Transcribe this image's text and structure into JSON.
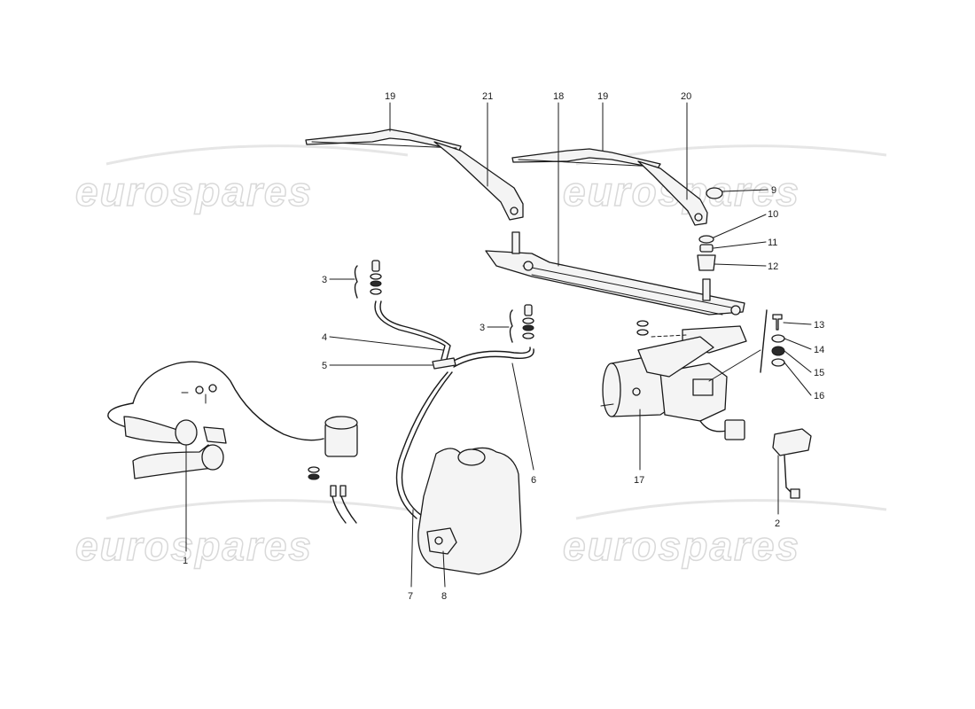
{
  "watermark": {
    "text": "eurospares"
  },
  "callouts": [
    {
      "id": "c19a",
      "label": "19"
    },
    {
      "id": "c21",
      "label": "21"
    },
    {
      "id": "c18",
      "label": "18"
    },
    {
      "id": "c19b",
      "label": "19"
    },
    {
      "id": "c20",
      "label": "20"
    },
    {
      "id": "c9",
      "label": "9"
    },
    {
      "id": "c10",
      "label": "10"
    },
    {
      "id": "c11",
      "label": "11"
    },
    {
      "id": "c12",
      "label": "12"
    },
    {
      "id": "c13",
      "label": "13"
    },
    {
      "id": "c14",
      "label": "14"
    },
    {
      "id": "c15",
      "label": "15"
    },
    {
      "id": "c16",
      "label": "16"
    },
    {
      "id": "c3a",
      "label": "3"
    },
    {
      "id": "c3b",
      "label": "3"
    },
    {
      "id": "c4",
      "label": "4"
    },
    {
      "id": "c5",
      "label": "5"
    },
    {
      "id": "c6",
      "label": "6"
    },
    {
      "id": "c1",
      "label": "1"
    },
    {
      "id": "c7",
      "label": "7"
    },
    {
      "id": "c8",
      "label": "8"
    },
    {
      "id": "c17",
      "label": "17"
    },
    {
      "id": "c2",
      "label": "2"
    }
  ]
}
